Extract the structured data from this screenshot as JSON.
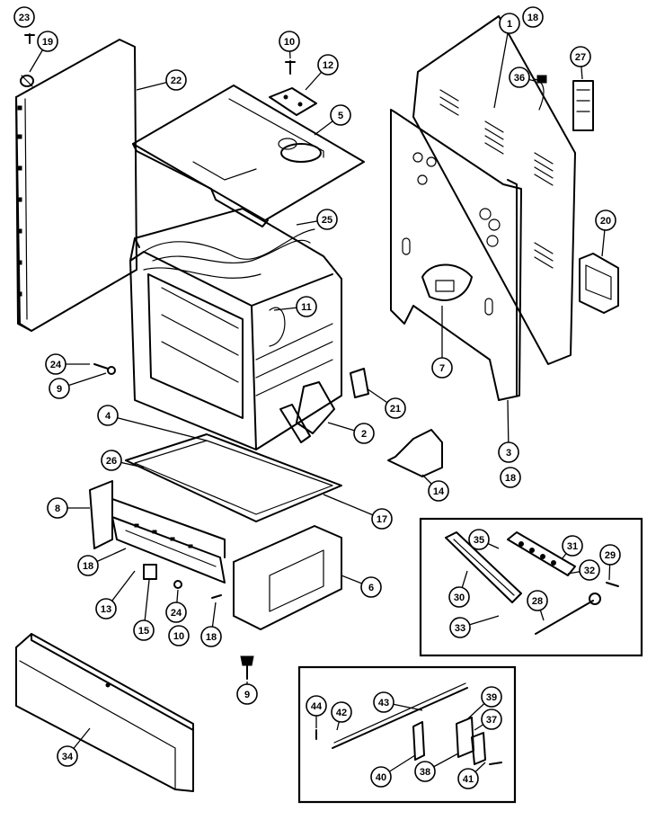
{
  "callouts": {
    "c23": "23",
    "c19": "19",
    "c22": "22",
    "c10a": "10",
    "c12": "12",
    "c5": "5",
    "c1": "1",
    "c18a": "18",
    "c36": "36",
    "c27": "27",
    "c25": "25",
    "c20": "20",
    "c11": "11",
    "c24a": "24",
    "c9a": "9",
    "c7": "7",
    "c21": "21",
    "c4": "4",
    "c2": "2",
    "c3": "3",
    "c18b": "18",
    "c26": "26",
    "c14": "14",
    "c8": "8",
    "c17": "17",
    "c18c": "18",
    "c6": "6",
    "c13": "13",
    "c15": "15",
    "c24b": "24",
    "c10b": "10",
    "c18d": "18",
    "c9b": "9",
    "c34": "34",
    "c35": "35",
    "c31": "31",
    "c29": "29",
    "c32": "32",
    "c30": "30",
    "c28": "28",
    "c33": "33",
    "c44": "44",
    "c42": "42",
    "c43": "43",
    "c39": "39",
    "c37": "37",
    "c40": "40",
    "c38": "38",
    "c41": "41"
  }
}
